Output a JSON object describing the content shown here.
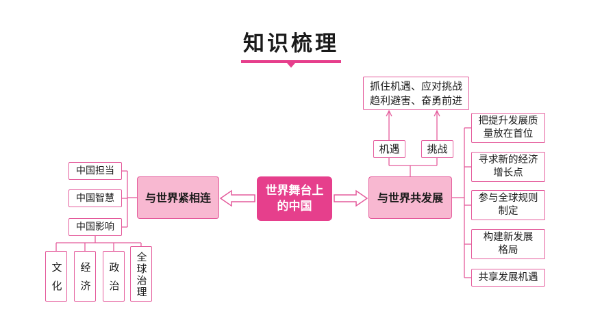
{
  "title": "知识梳理",
  "center": {
    "lines": [
      "世界舞台上",
      "的中国"
    ]
  },
  "left": {
    "label": "与世界紧相连",
    "items": [
      "中国担当",
      "中国智慧",
      "中国影响"
    ],
    "sub_items": [
      "文化",
      "经济",
      "政治",
      "全球治理"
    ]
  },
  "right": {
    "label": "与世界共发展",
    "branches": [
      "机遇",
      "挑战"
    ],
    "summary": {
      "lines": [
        "抓住机遇、应对挑战",
        "趋利避害、奋勇前进"
      ]
    },
    "items": [
      {
        "lines": [
          "把提升发展质",
          "量放在首位"
        ]
      },
      {
        "lines": [
          "寻求新的经济",
          "增长点"
        ]
      },
      {
        "lines": [
          "参与全球规则",
          "制定"
        ]
      },
      {
        "lines": [
          "构建新发展",
          "格局"
        ]
      },
      {
        "lines": [
          "共享发展机遇"
        ]
      }
    ]
  },
  "colors": {
    "accent": "#E63F8C",
    "node_fill": "#F8B8D1",
    "border": "#E45A9B",
    "line": "#E45A9B",
    "text": "#1A1A1A"
  }
}
